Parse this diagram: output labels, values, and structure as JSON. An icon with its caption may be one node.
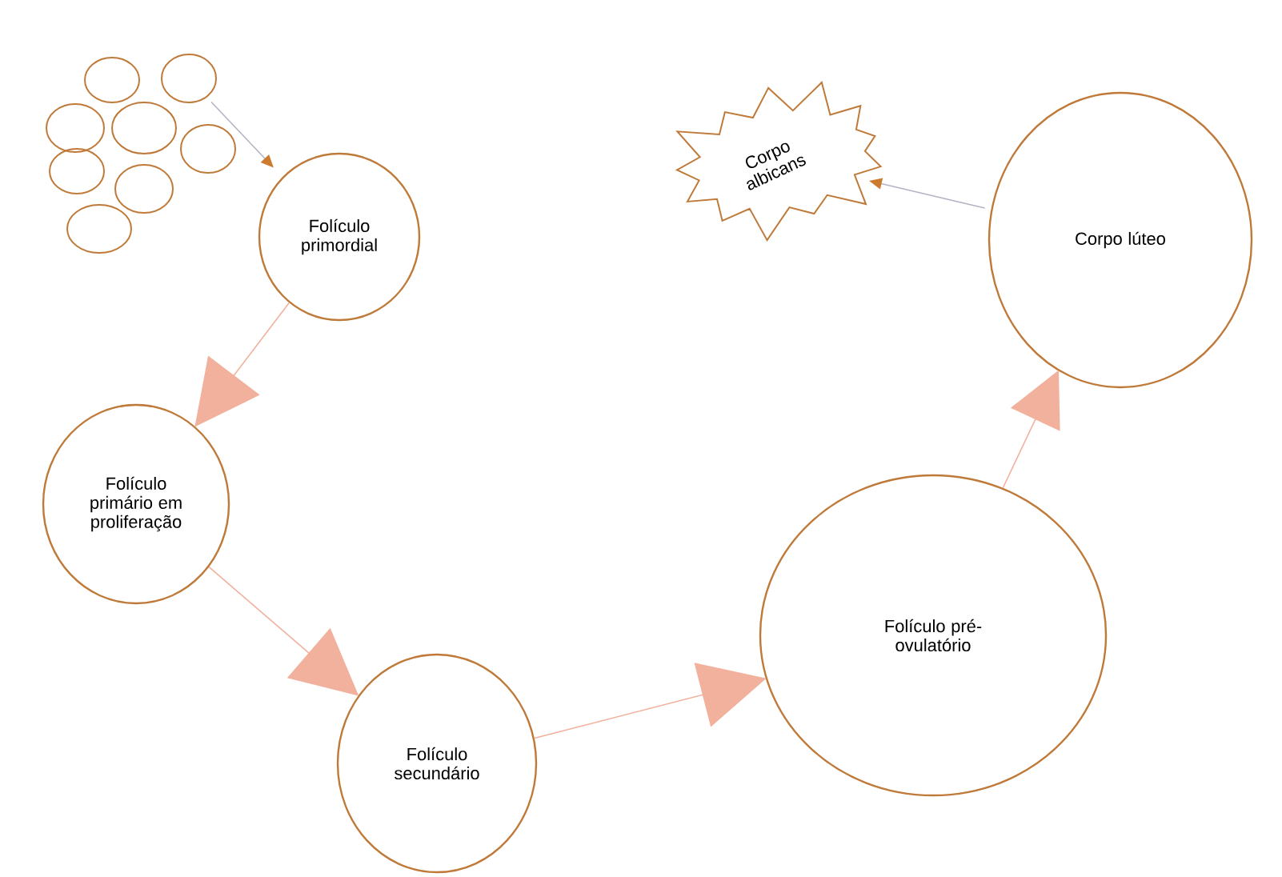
{
  "diagram": {
    "nodes": [
      {
        "text": [],
        "shape": "circle"
      },
      {
        "text": [],
        "shape": "circle"
      },
      {
        "text": [],
        "shape": "circle"
      },
      {
        "text": [],
        "shape": "circle"
      },
      {
        "text": [],
        "shape": "circle"
      },
      {
        "text": [],
        "shape": "circle"
      },
      {
        "text": [],
        "shape": "circle"
      },
      {
        "text": [],
        "shape": "circle"
      },
      {
        "text": [
          "Folículo primordial"
        ]
      },
      {
        "text": [
          "Folículo primário em proliferação"
        ]
      },
      {
        "text": [
          "Folículo secundário"
        ]
      },
      {
        "text": [
          "Folículo pré-ovulatório"
        ]
      },
      {
        "text": [
          "Corpo lúteo"
        ]
      },
      {
        "text": [
          "Corpo albicans"
        ]
      }
    ],
    "edges": [
      {
        "from": 1,
        "to": 8,
        "arrow": "to"
      },
      {
        "from": 8,
        "to": 9,
        "arrow": "to",
        "color": "#f2b19d"
      },
      {
        "from": 9,
        "to": 10,
        "arrow": "to",
        "color": "#f2b19d"
      },
      {
        "from": 10,
        "to": 11,
        "arrow": "to",
        "color": "#f2b19d"
      },
      {
        "from": 11,
        "to": 12,
        "arrow": "to",
        "color": "#f2b19d"
      },
      {
        "from": 12,
        "to": 13,
        "arrow": "to"
      }
    ]
  }
}
